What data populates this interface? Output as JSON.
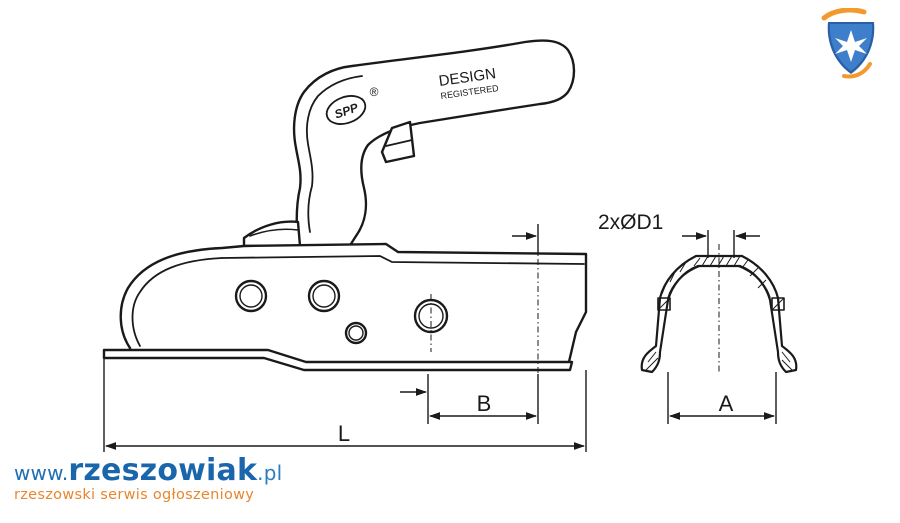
{
  "drawing": {
    "brand_mark": "SPP",
    "registered_mark": "®",
    "design_text": "DESIGN",
    "registered_text": "REGISTERED",
    "dimension_L": "L",
    "dimension_B": "B",
    "dimension_A": "A",
    "dimension_D1": "2xØD1"
  },
  "watermark": {
    "prefix": "www.",
    "brand": "rzeszowiak",
    "tld": ".pl",
    "tagline": "rzeszowski serwis ogłoszeniowy",
    "logo_icon": "coat-of-arms-shield-icon"
  },
  "colors": {
    "line": "#1a1a1a",
    "watermark_blue": "#1f6fb4",
    "watermark_orange": "#e8862e"
  }
}
